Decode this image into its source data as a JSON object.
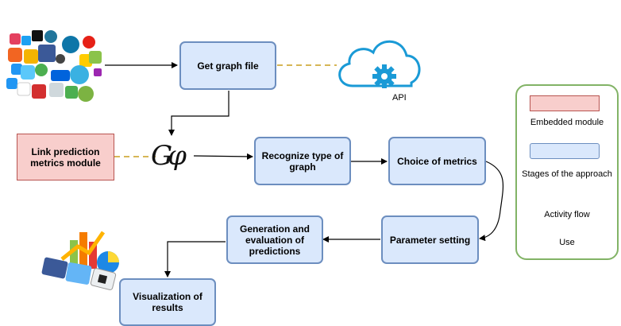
{
  "diagram": {
    "stages": {
      "get_graph_file": "Get graph file",
      "recognize_type": "Recognize type of graph",
      "choice_metrics": "Choice of metrics",
      "parameter_setting": "Parameter setting",
      "generation": "Generation and evaluation of predictions",
      "visualization": "Visualization of results"
    },
    "module": "Link prediction metrics module",
    "api_label": "API",
    "gephi_glyph": "Gφ"
  },
  "legend": {
    "embedded": "Embedded module",
    "stages": "Stages of the approach",
    "activity": "Activity flow",
    "use": "Use"
  },
  "colors": {
    "stage_fill": "#dae8fc",
    "stage_border": "#6c8ebf",
    "module_fill": "#f8cecc",
    "module_border": "#b85450",
    "use_line": "#d6b656",
    "legend_border": "#82b366",
    "cloud": "#1a9ad6"
  },
  "icons": [
    "social-media-icons",
    "cloud-gear-icon",
    "gephi-logo-icon",
    "analytics-icon"
  ]
}
